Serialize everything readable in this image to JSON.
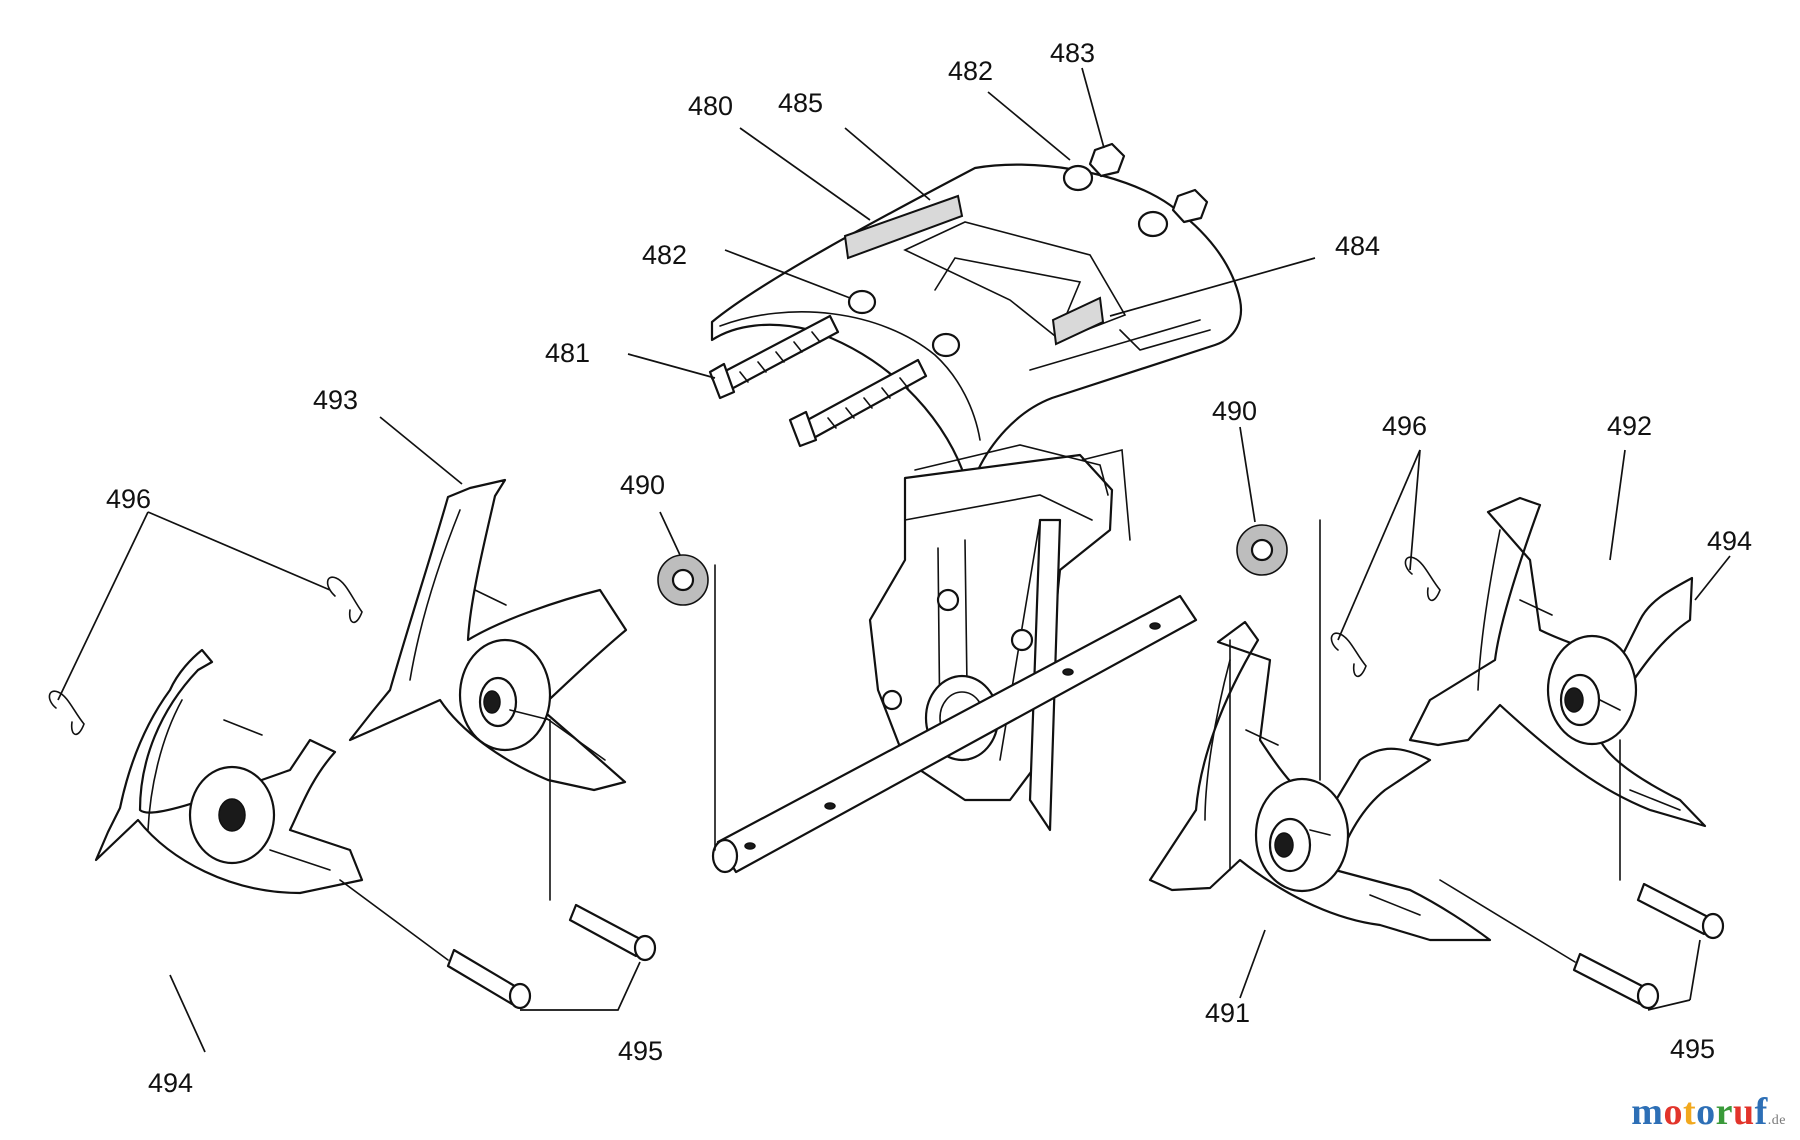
{
  "callouts": [
    {
      "id": "c480",
      "text": "480"
    },
    {
      "id": "c485",
      "text": "485"
    },
    {
      "id": "c482a",
      "text": "482"
    },
    {
      "id": "c483",
      "text": "483"
    },
    {
      "id": "c482b",
      "text": "482"
    },
    {
      "id": "c484",
      "text": "484"
    },
    {
      "id": "c481",
      "text": "481"
    },
    {
      "id": "c493",
      "text": "493"
    },
    {
      "id": "c496a",
      "text": "496"
    },
    {
      "id": "c490a",
      "text": "490"
    },
    {
      "id": "c490b",
      "text": "490"
    },
    {
      "id": "c496b",
      "text": "496"
    },
    {
      "id": "c492",
      "text": "492"
    },
    {
      "id": "c494a",
      "text": "494"
    },
    {
      "id": "c494b",
      "text": "494"
    },
    {
      "id": "c495a",
      "text": "495"
    },
    {
      "id": "c491",
      "text": "491"
    },
    {
      "id": "c495b",
      "text": "495"
    }
  ],
  "watermark": {
    "letters": [
      "m",
      "o",
      "t",
      "o",
      "r",
      "u",
      "f"
    ],
    "letter_colors": [
      "#2d6fb6",
      "#e2342b",
      "#f2a81d",
      "#2d6fb6",
      "#3a9a3a",
      "#e2342b",
      "#2d6fb6"
    ],
    "tld": ".de"
  }
}
